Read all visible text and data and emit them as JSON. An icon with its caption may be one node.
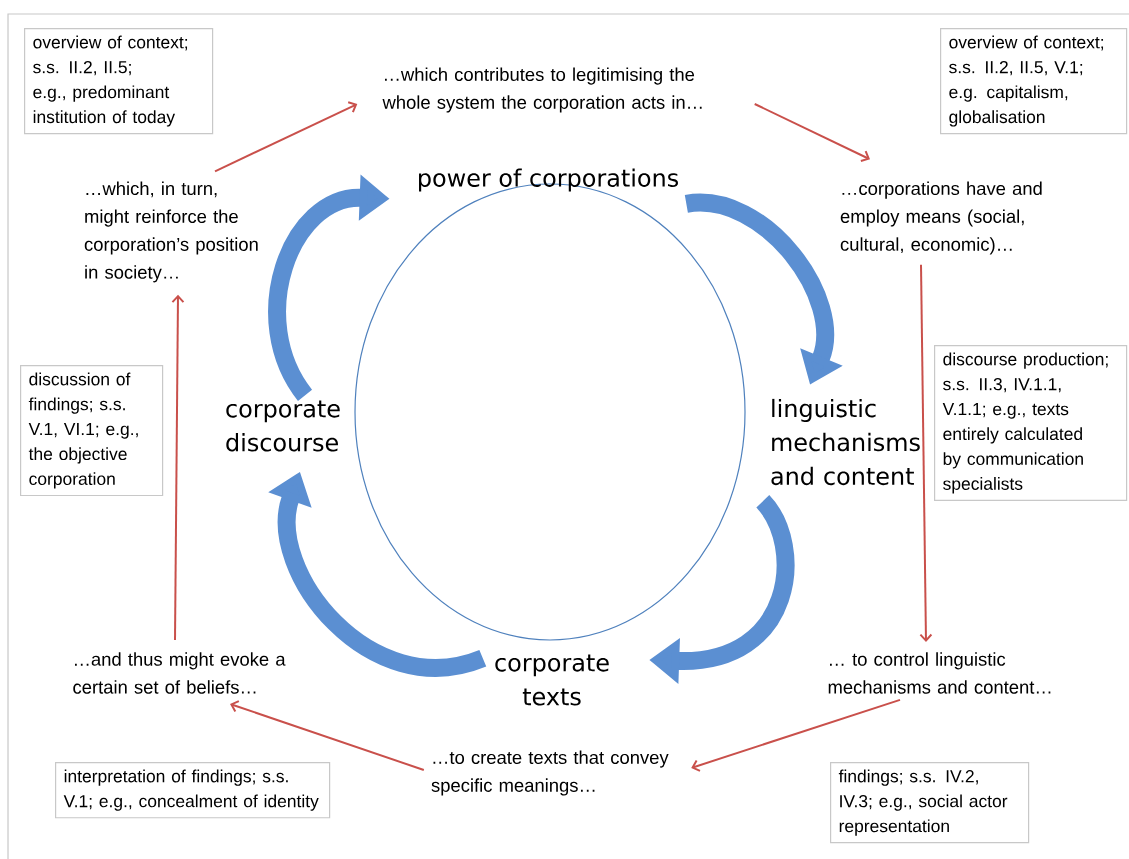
{
  "diagram": {
    "nodes": [
      {
        "text": [
          "…which contributes to legitimising the whole system the corporation acts in…"
        ]
      },
      {
        "text": [
          "…corporations have and employ means (social, cultural, economic)…"
        ]
      },
      {
        "text": [
          "… to control linguistic mechanisms and content…"
        ]
      },
      {
        "text": [
          "…to create texts that convey specific meanings…"
        ]
      },
      {
        "text": [
          "…and thus might evoke a certain set of beliefs…"
        ]
      },
      {
        "text": [
          "…which, in turn, might reinforce the corporation’s position in society…"
        ]
      },
      {
        "text": [],
        "shape": "circle"
      },
      {
        "text": [
          "power of corporations"
        ]
      },
      {
        "text": [
          "linguistic mechanisms and content"
        ]
      },
      {
        "text": [
          "corporate texts"
        ]
      },
      {
        "text": [
          "corporate discourse"
        ]
      },
      {
        "text": [
          "overview of context; s.s. II.2, II.5; e.g., predominant institution of today"
        ]
      },
      {
        "text": [
          "overview of context; s.s. II.2, II.5, V.1; e.g. capitalism, globalisation"
        ]
      },
      {
        "text": [
          "discourse production; s.s. II.3, IV.1.1, V.1.1; e.g., texts entirely calculated by communication specialists"
        ]
      },
      {
        "text": [
          "discussion of findings; s.s. V.1, VI.1; e.g., the objective corporation"
        ]
      },
      {
        "text": [
          "interpretation of findings; s.s. V.1; e.g., concealment of identity"
        ]
      },
      {
        "text": [
          "findings; s.s. IV.2, IV.3; e.g., social actor representation"
        ]
      }
    ],
    "edges": [
      {
        "from": 5,
        "to": 0,
        "arrow": "to"
      },
      {
        "from": 0,
        "to": 1,
        "arrow": "to"
      },
      {
        "from": 1,
        "to": 2,
        "arrow": "to"
      },
      {
        "from": 2,
        "to": 3,
        "arrow": "to"
      },
      {
        "from": 3,
        "to": 4,
        "arrow": "to"
      },
      {
        "from": 4,
        "to": 5,
        "arrow": "to"
      },
      {
        "from": 7,
        "to": 8,
        "arrow": "to",
        "style": "thick",
        "color": "#5b8fd2"
      },
      {
        "from": 8,
        "to": 9,
        "arrow": "to",
        "style": "thick",
        "color": "#5b8fd2"
      },
      {
        "from": 9,
        "to": 10,
        "arrow": "to",
        "style": "thick",
        "color": "#5b8fd2"
      },
      {
        "from": 10,
        "to": 7,
        "arrow": "to",
        "style": "thick",
        "color": "#5b8fd2"
      }
    ]
  }
}
